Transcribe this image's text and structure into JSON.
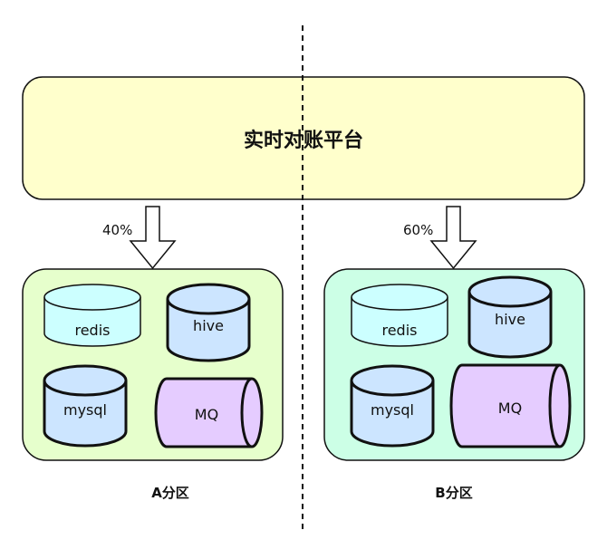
{
  "platform": {
    "title": "实时对账平台",
    "fill": "#FFFFCC"
  },
  "divider": {
    "style": "dashed",
    "color": "#111111"
  },
  "partitions": [
    {
      "label": "A分区",
      "share": "40%",
      "fill": "#E6FFCC",
      "stores": [
        {
          "name": "redis",
          "shape": "cylinder",
          "fill": "#CCFFFF"
        },
        {
          "name": "hive",
          "shape": "cylinder",
          "fill": "#CCE5FF"
        },
        {
          "name": "mysql",
          "shape": "cylinder",
          "fill": "#CCE5FF"
        },
        {
          "name": "MQ",
          "shape": "horizontal-cylinder",
          "fill": "#E5CCFF"
        }
      ]
    },
    {
      "label": "B分区",
      "share": "60%",
      "fill": "#CCFFE6",
      "stores": [
        {
          "name": "redis",
          "shape": "cylinder",
          "fill": "#CCFFFF"
        },
        {
          "name": "hive",
          "shape": "cylinder",
          "fill": "#CCE5FF"
        },
        {
          "name": "mysql",
          "shape": "cylinder",
          "fill": "#CCE5FF"
        },
        {
          "name": "MQ",
          "shape": "horizontal-cylinder",
          "fill": "#E5CCFF"
        }
      ]
    }
  ]
}
